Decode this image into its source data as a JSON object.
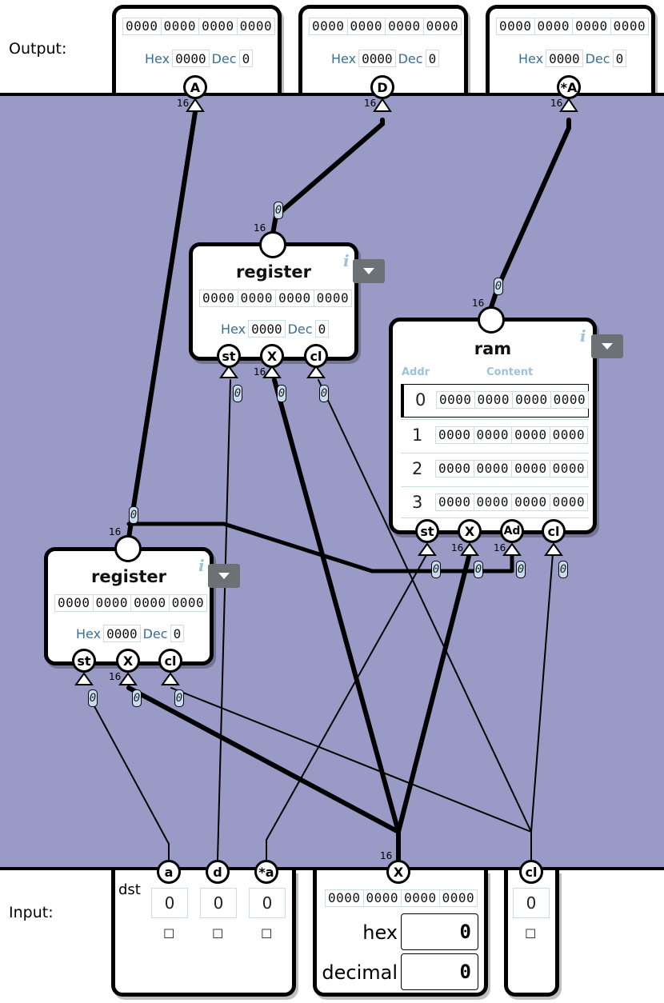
{
  "labels": {
    "output": "Output:",
    "input": "Input:"
  },
  "outputs": [
    {
      "pin": "A",
      "bits": [
        "0000",
        "0000",
        "0000",
        "0000"
      ],
      "hex_label": "Hex",
      "hex": "0000",
      "dec_label": "Dec",
      "dec": "0",
      "width": "16"
    },
    {
      "pin": "D",
      "bits": [
        "0000",
        "0000",
        "0000",
        "0000"
      ],
      "hex_label": "Hex",
      "hex": "0000",
      "dec_label": "Dec",
      "dec": "0",
      "width": "16"
    },
    {
      "pin": "*A",
      "bits": [
        "0000",
        "0000",
        "0000",
        "0000"
      ],
      "hex_label": "Hex",
      "hex": "0000",
      "dec_label": "Dec",
      "dec": "0",
      "width": "16"
    }
  ],
  "register_top": {
    "title": "register",
    "info": "i",
    "bits": [
      "0000",
      "0000",
      "0000",
      "0000"
    ],
    "hex_label": "Hex",
    "hex": "0000",
    "dec_label": "Dec",
    "dec": "0",
    "out_width": "16",
    "out_value": "0",
    "pins": [
      {
        "label": "st",
        "value": "0"
      },
      {
        "label": "X",
        "value": "0",
        "width": "16"
      },
      {
        "label": "cl",
        "value": "0"
      }
    ]
  },
  "register_left": {
    "title": "register",
    "info": "i",
    "bits": [
      "0000",
      "0000",
      "0000",
      "0000"
    ],
    "hex_label": "Hex",
    "hex": "0000",
    "dec_label": "Dec",
    "dec": "0",
    "out_width": "16",
    "out_value": "0",
    "pins": [
      {
        "label": "st",
        "value": "0"
      },
      {
        "label": "X",
        "value": "0",
        "width": "16"
      },
      {
        "label": "cl",
        "value": "0"
      }
    ]
  },
  "ram": {
    "title": "ram",
    "info": "i",
    "addr_header": "Addr",
    "content_header": "Content",
    "out_width": "16",
    "out_value": "0",
    "rows": [
      {
        "addr": "0",
        "bits": [
          "0000",
          "0000",
          "0000",
          "0000"
        ]
      },
      {
        "addr": "1",
        "bits": [
          "0000",
          "0000",
          "0000",
          "0000"
        ]
      },
      {
        "addr": "2",
        "bits": [
          "0000",
          "0000",
          "0000",
          "0000"
        ]
      },
      {
        "addr": "3",
        "bits": [
          "0000",
          "0000",
          "0000",
          "0000"
        ]
      }
    ],
    "pins": [
      {
        "label": "st",
        "value": "0"
      },
      {
        "label": "X",
        "value": "0",
        "width": "16"
      },
      {
        "label": "Ad",
        "value": "0",
        "width": "16"
      },
      {
        "label": "cl",
        "value": "0"
      }
    ]
  },
  "inputs": {
    "dst": {
      "label": "dst",
      "pins": [
        {
          "label": "a",
          "value": "0"
        },
        {
          "label": "d",
          "value": "0"
        },
        {
          "label": "*a",
          "value": "0"
        }
      ],
      "checkbox": "☐"
    },
    "x": {
      "pin": "X",
      "width": "16",
      "bits": [
        "0000",
        "0000",
        "0000",
        "0000"
      ],
      "hex_label": "hex",
      "hex": "0",
      "decimal_label": "decimal",
      "decimal": "0"
    },
    "cl": {
      "pin": "cl",
      "value": "0",
      "checkbox": "☐"
    }
  }
}
